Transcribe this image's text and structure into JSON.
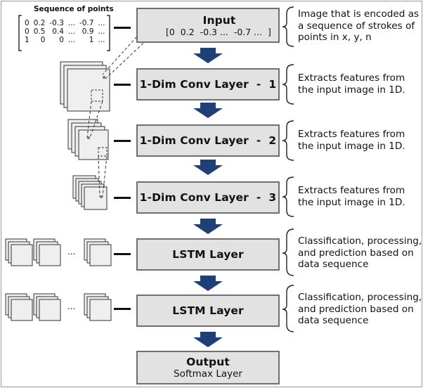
{
  "sequence": {
    "title": "Sequence of points",
    "rows": [
      [
        "0",
        "0.2",
        "-0.3",
        "...",
        "-0.7",
        "..."
      ],
      [
        "0",
        "0.5",
        "0.4",
        "...",
        "0.9",
        "..."
      ],
      [
        "1",
        "0",
        "0",
        "...",
        "1",
        "..."
      ]
    ]
  },
  "input_box": {
    "title": "Input",
    "vector": "[0  0.2  -0.3 ...  -0.7 ...  ]"
  },
  "layers": [
    {
      "label": "1-Dim Conv Layer  -  1"
    },
    {
      "label": "1-Dim Conv Layer  -  2"
    },
    {
      "label": "1-Dim Conv Layer  -  3"
    },
    {
      "label": "LSTM Layer"
    },
    {
      "label": "LSTM Layer"
    }
  ],
  "output_box": {
    "title": "Output",
    "sub": "Softmax Layer"
  },
  "notes": [
    [
      "Image that is encoded as",
      "a sequence of strokes of",
      "points in x, y, n"
    ],
    [
      "Extracts features from",
      "the input image in 1D."
    ],
    [
      "Extracts features from",
      "the input image in 1D."
    ],
    [
      "Extracts features from",
      "the input image in 1D."
    ],
    [
      "Classification, processing,",
      "and prediction based on",
      "data sequence"
    ],
    [
      "Classification, processing,",
      "and prediction based on",
      "data sequence"
    ]
  ],
  "ellipsis": "...",
  "colors": {
    "arrow": "#1f3f77",
    "box_fill": "#e2e2e2",
    "box_border": "#6f6f6f"
  }
}
